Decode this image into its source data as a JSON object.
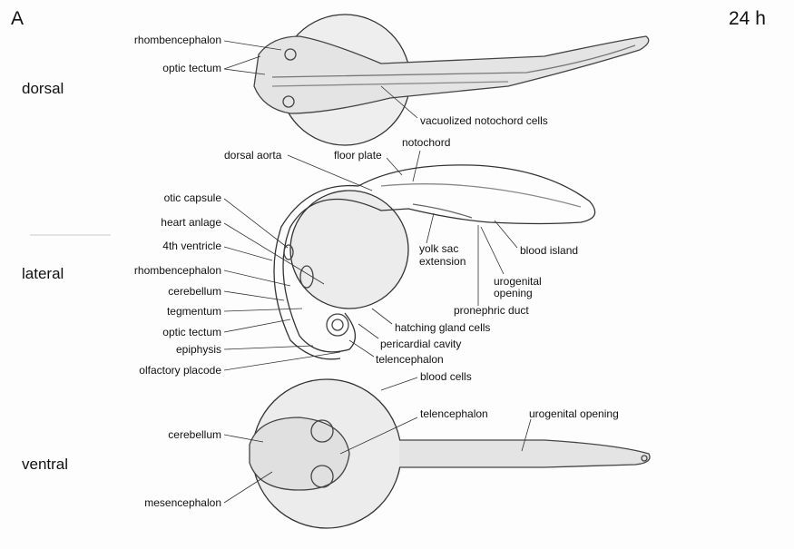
{
  "panel_letter": "A",
  "stage": "24 h",
  "views": {
    "dorsal": "dorsal",
    "lateral": "lateral",
    "ventral": "ventral"
  },
  "dorsal_labels": {
    "rhombencephalon": "rhombencephalon",
    "optic_tectum": "optic tectum",
    "vacuolized_notochord_cells": "vacuolized notochord cells"
  },
  "lateral_labels": {
    "dorsal_aorta": "dorsal aorta",
    "floor_plate": "floor plate",
    "notochord": "notochord",
    "otic_capsule": "otic capsule",
    "heart_anlage": "heart anlage",
    "fourth_ventricle": "4th ventricle",
    "rhombencephalon": "rhombencephalon",
    "cerebellum": "cerebellum",
    "tegmentum": "tegmentum",
    "optic_tectum": "optic tectum",
    "epiphysis": "epiphysis",
    "olfactory_placode": "olfactory placode",
    "yolk_sac_extension_1": "yolk sac",
    "yolk_sac_extension_2": "extension",
    "blood_island": "blood island",
    "urogenital_opening_1": "urogenital",
    "urogenital_opening_2": "opening",
    "pronephric_duct": "pronephric duct",
    "hatching_gland_cells": "hatching gland cells",
    "pericardial_cavity": "pericardial cavity",
    "telencephalon": "telencephalon"
  },
  "ventral_labels": {
    "blood_cells": "blood cells",
    "telencephalon": "telencephalon",
    "urogenital_opening": "urogenital opening",
    "cerebellum": "cerebellum",
    "mesencephalon": "mesencephalon"
  }
}
